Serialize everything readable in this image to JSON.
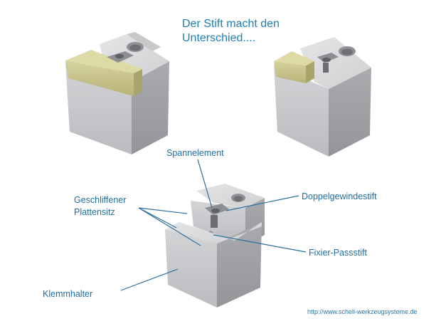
{
  "headline": {
    "line1": "Der Stift macht den",
    "line2": "Unterschied...."
  },
  "labels": {
    "spannelement": "Spannelement",
    "geschliffener_line1": "Geschliffener",
    "geschliffener_line2": "Plattensitz",
    "doppelgewindestift": "Doppelgewindestift",
    "fixier_passstift": "Fixier-Passstift",
    "klemmhalter": "Klemmhalter"
  },
  "footer_url": "http://www.schell-werkzeugsysteme.de",
  "colors": {
    "text_blue": "#1f7fb0",
    "line_blue": "#2d6f9a",
    "metal_light": "#c9cbcd",
    "metal_mid": "#b3b5b8",
    "metal_dark": "#9a9c9f",
    "insert_yellow": "#c9c48a"
  }
}
